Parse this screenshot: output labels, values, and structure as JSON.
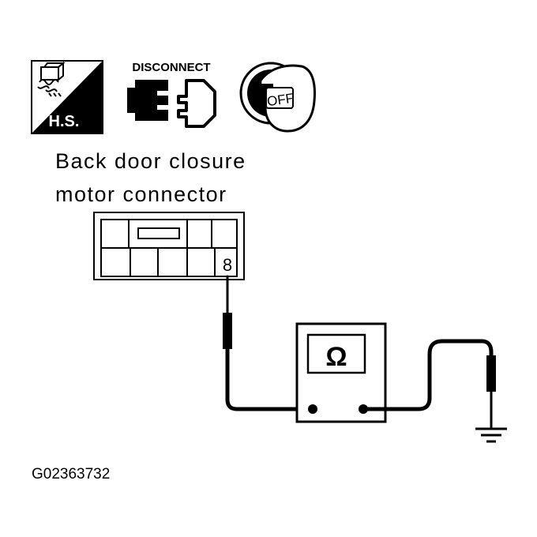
{
  "icons": {
    "harness": {
      "name": "harness-icon",
      "label": "H.S."
    },
    "disconnect": {
      "name": "disconnect-connector-icon",
      "label": "DISCONNECT"
    },
    "ignition": {
      "name": "ignition-key-off-icon",
      "label": "OFF"
    }
  },
  "connector": {
    "title_line1": "Back door closure",
    "title_line2": "motor connector",
    "terminal": "8"
  },
  "meter": {
    "symbol": "Ω"
  },
  "figure_id": "G02363732"
}
